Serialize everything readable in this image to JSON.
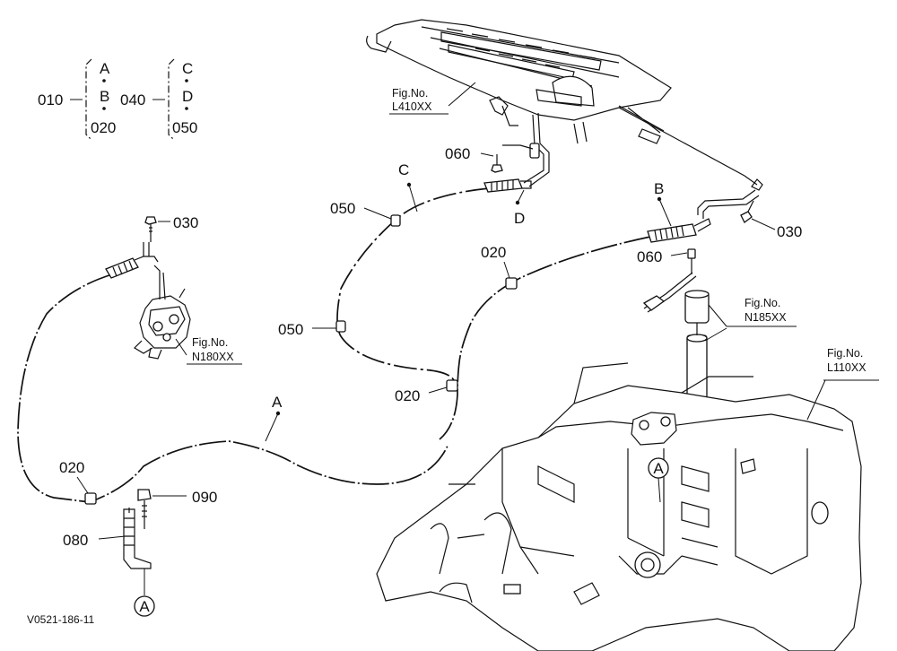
{
  "legend": {
    "left": {
      "code": "010",
      "top": "A",
      "mid": "B",
      "bottom": "020"
    },
    "right": {
      "code": "040",
      "top": "C",
      "mid": "D",
      "bottom": "050"
    }
  },
  "callouts": {
    "c060_top": "060",
    "c060_mid": "060",
    "c050_top": "050",
    "c050_left": "050",
    "c020_mid": "020",
    "c020_low": "020",
    "c020_left": "020",
    "c030_left": "030",
    "c030_right": "030",
    "c090": "090",
    "c080": "080"
  },
  "cable_labels": {
    "A": "A",
    "B": "B",
    "C": "C",
    "D": "D"
  },
  "references": {
    "l410": {
      "line1": "Fig.No.",
      "line2": "L410XX"
    },
    "n185": {
      "line1": "Fig.No.",
      "line2": "N185XX"
    },
    "n180": {
      "line1": "Fig.No.",
      "line2": "N180XX"
    },
    "l110": {
      "line1": "Fig.No.",
      "line2": "L110XX"
    }
  },
  "circle_markers": {
    "frame": "A",
    "bracket": "A"
  },
  "drawing_code": "V0521-186-11"
}
